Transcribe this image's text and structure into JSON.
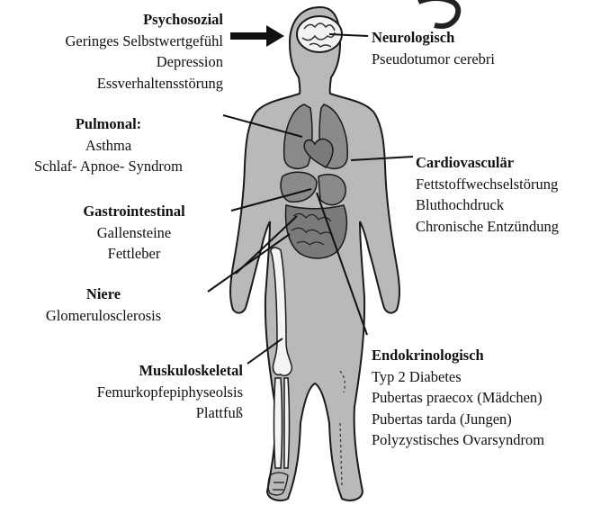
{
  "groups": {
    "psychosozial": {
      "heading": "Psychosozial",
      "items": [
        "Geringes Selbstwertgefühl",
        "Depression",
        "Essverhaltensstörung"
      ]
    },
    "pulmonal": {
      "heading": "Pulmonal:",
      "items": [
        "Asthma",
        "Schlaf- Apnoe- Syndrom"
      ]
    },
    "gastrointestinal": {
      "heading": "Gastrointestinal",
      "items": [
        "Gallensteine",
        "Fettleber"
      ]
    },
    "niere": {
      "heading": "Niere",
      "items": [
        "Glomerulosclerosis"
      ]
    },
    "muskuloskeletal": {
      "heading": "Muskuloskeletal",
      "items": [
        "Femurkopfepiphyseolsis",
        "Plattfuß"
      ]
    },
    "neurologisch": {
      "heading": "Neurologisch",
      "items": [
        "Pseudotumor cerebri"
      ]
    },
    "cardiovasculaer": {
      "heading": "Cardiovasculär",
      "items": [
        "Fettstoffwechselstörung",
        "Bluthochdruck",
        "Chronische Entzündung"
      ]
    },
    "endokrinologisch": {
      "heading": "Endokrinologisch",
      "items": [
        "Typ 2 Diabetes",
        "Pubertas praecox (Mädchen)",
        "Pubertas tarda (Jungen)",
        "Polyzystisches Ovarsyndrom"
      ]
    }
  },
  "colors": {
    "body_fill": "#b9b9b9",
    "organ_fill": "#8a8a8a",
    "line": "#111111"
  }
}
